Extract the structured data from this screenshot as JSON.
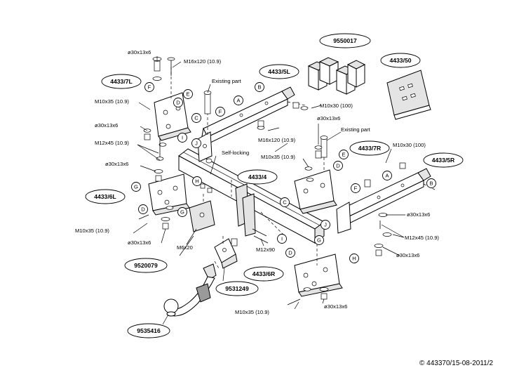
{
  "parts": [
    {
      "id": "p-9550017",
      "text": "9550017"
    },
    {
      "id": "p-4433-50",
      "text": "4433/50"
    },
    {
      "id": "p-4433-7L",
      "text": "4433/7L"
    },
    {
      "id": "p-4433-5L",
      "text": "4433/5L"
    },
    {
      "id": "p-4433-7R",
      "text": "4433/7R"
    },
    {
      "id": "p-4433-5R",
      "text": "4433/5R"
    },
    {
      "id": "p-4433-4",
      "text": "4433/4"
    },
    {
      "id": "p-4433-6L",
      "text": "4433/6L"
    },
    {
      "id": "p-4433-6R",
      "text": "4433/6R"
    },
    {
      "id": "p-9520079",
      "text": "9520079"
    },
    {
      "id": "p-9531249",
      "text": "9531249"
    },
    {
      "id": "p-9535416",
      "text": "9535416"
    }
  ],
  "labels": [
    {
      "id": "l-01",
      "text": "ø30x13x6"
    },
    {
      "id": "l-02",
      "text": "M16x120 (10.9)"
    },
    {
      "id": "l-03",
      "text": "Existing part"
    },
    {
      "id": "l-04",
      "text": "M10x35 (10.9)"
    },
    {
      "id": "l-05",
      "text": "ø30x13x6"
    },
    {
      "id": "l-06",
      "text": "M12x45 (10.9)"
    },
    {
      "id": "l-07",
      "text": "ø30x13x6"
    },
    {
      "id": "l-08",
      "text": "M10x30 (100)"
    },
    {
      "id": "l-09",
      "text": "ø30x13x6"
    },
    {
      "id": "l-10",
      "text": "Existing part"
    },
    {
      "id": "l-11",
      "text": "M16x120 (10.9)"
    },
    {
      "id": "l-12",
      "text": "Self-locking"
    },
    {
      "id": "l-13",
      "text": "M10x35 (10.9)"
    },
    {
      "id": "l-14",
      "text": "M10x30 (100)"
    },
    {
      "id": "l-15",
      "text": "M10x35 (10.9)"
    },
    {
      "id": "l-16",
      "text": "ø30x13x6"
    },
    {
      "id": "l-17",
      "text": "M6x20"
    },
    {
      "id": "l-18",
      "text": "M12x90"
    },
    {
      "id": "l-19",
      "text": "ø30x13x6"
    },
    {
      "id": "l-20",
      "text": "M12x45 (10.9)"
    },
    {
      "id": "l-21",
      "text": "ø30x13x6"
    },
    {
      "id": "l-22",
      "text": "M10x35 (10.9)"
    },
    {
      "id": "l-23",
      "text": "ø30x13x6"
    }
  ],
  "letters": [
    {
      "id": "c-01",
      "text": "F"
    },
    {
      "id": "c-02",
      "text": "E"
    },
    {
      "id": "c-03",
      "text": "D"
    },
    {
      "id": "c-04",
      "text": "C"
    },
    {
      "id": "c-05",
      "text": "B"
    },
    {
      "id": "c-06",
      "text": "A"
    },
    {
      "id": "c-07",
      "text": "F"
    },
    {
      "id": "c-08",
      "text": "I"
    },
    {
      "id": "c-09",
      "text": "J"
    },
    {
      "id": "c-10",
      "text": "H"
    },
    {
      "id": "c-11",
      "text": "G"
    },
    {
      "id": "c-12",
      "text": "D"
    },
    {
      "id": "c-13",
      "text": "G"
    },
    {
      "id": "c-14",
      "text": "E"
    },
    {
      "id": "c-15",
      "text": "D"
    },
    {
      "id": "c-16",
      "text": "C"
    },
    {
      "id": "c-17",
      "text": "F"
    },
    {
      "id": "c-18",
      "text": "A"
    },
    {
      "id": "c-19",
      "text": "B"
    },
    {
      "id": "c-20",
      "text": "J"
    },
    {
      "id": "c-21",
      "text": "I"
    },
    {
      "id": "c-22",
      "text": "G"
    },
    {
      "id": "c-23",
      "text": "D"
    },
    {
      "id": "c-24",
      "text": "H"
    }
  ],
  "copyright": "© 443370/15-08-2011/2"
}
